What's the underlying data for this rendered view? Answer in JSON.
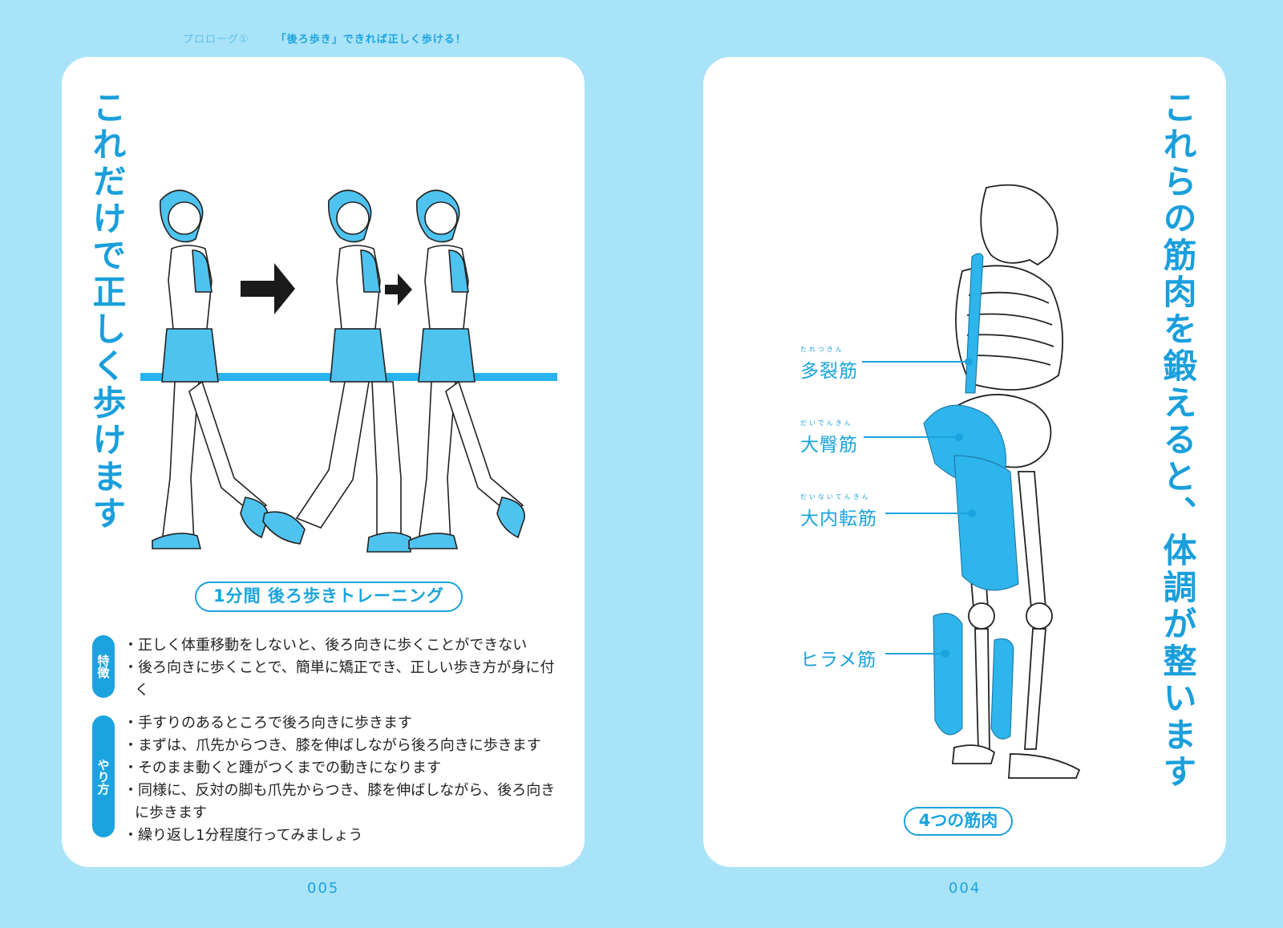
{
  "header": {
    "section": "プロローグ①",
    "title": "「後ろ歩き」できれば正しく歩ける！"
  },
  "left_page": {
    "title": "これだけで正しく歩けます",
    "training_label": "1分間 後ろ歩きトレーニング",
    "features_label": "特徴",
    "features": [
      "・正しく体重移動をしないと、後ろ向きに歩くことができない",
      "・後ろ向きに歩くことで、簡単に矯正でき、正しい歩き方が身に付く"
    ],
    "howto_label": "やり方",
    "howto": [
      "・手すりのあるところで後ろ向きに歩きます",
      "・まずは、爪先からつき、膝を伸ばしながら後ろ向きに歩きます",
      "・そのまま動くと踵がつくまでの動きになります",
      "・同様に、反対の脚も爪先からつき、膝を伸ばしながら、後ろ向きに歩きます",
      "・繰り返し1分程度行ってみましょう"
    ],
    "page_number": "005"
  },
  "right_page": {
    "title": "これらの筋肉を鍛えると、体調が整います",
    "muscles": [
      {
        "name": "多裂筋",
        "ruby": "たれつきん"
      },
      {
        "name": "大臀筋",
        "ruby": "だいでんきん"
      },
      {
        "name": "大内転筋",
        "ruby": "だいないてんきん"
      },
      {
        "name": "ヒラメ筋",
        "ruby": ""
      }
    ],
    "caption": "4つの筋肉",
    "page_number": "004"
  },
  "colors": {
    "background": "#a9e3f8",
    "accent": "#1aa3de",
    "panel": "#ffffff"
  }
}
